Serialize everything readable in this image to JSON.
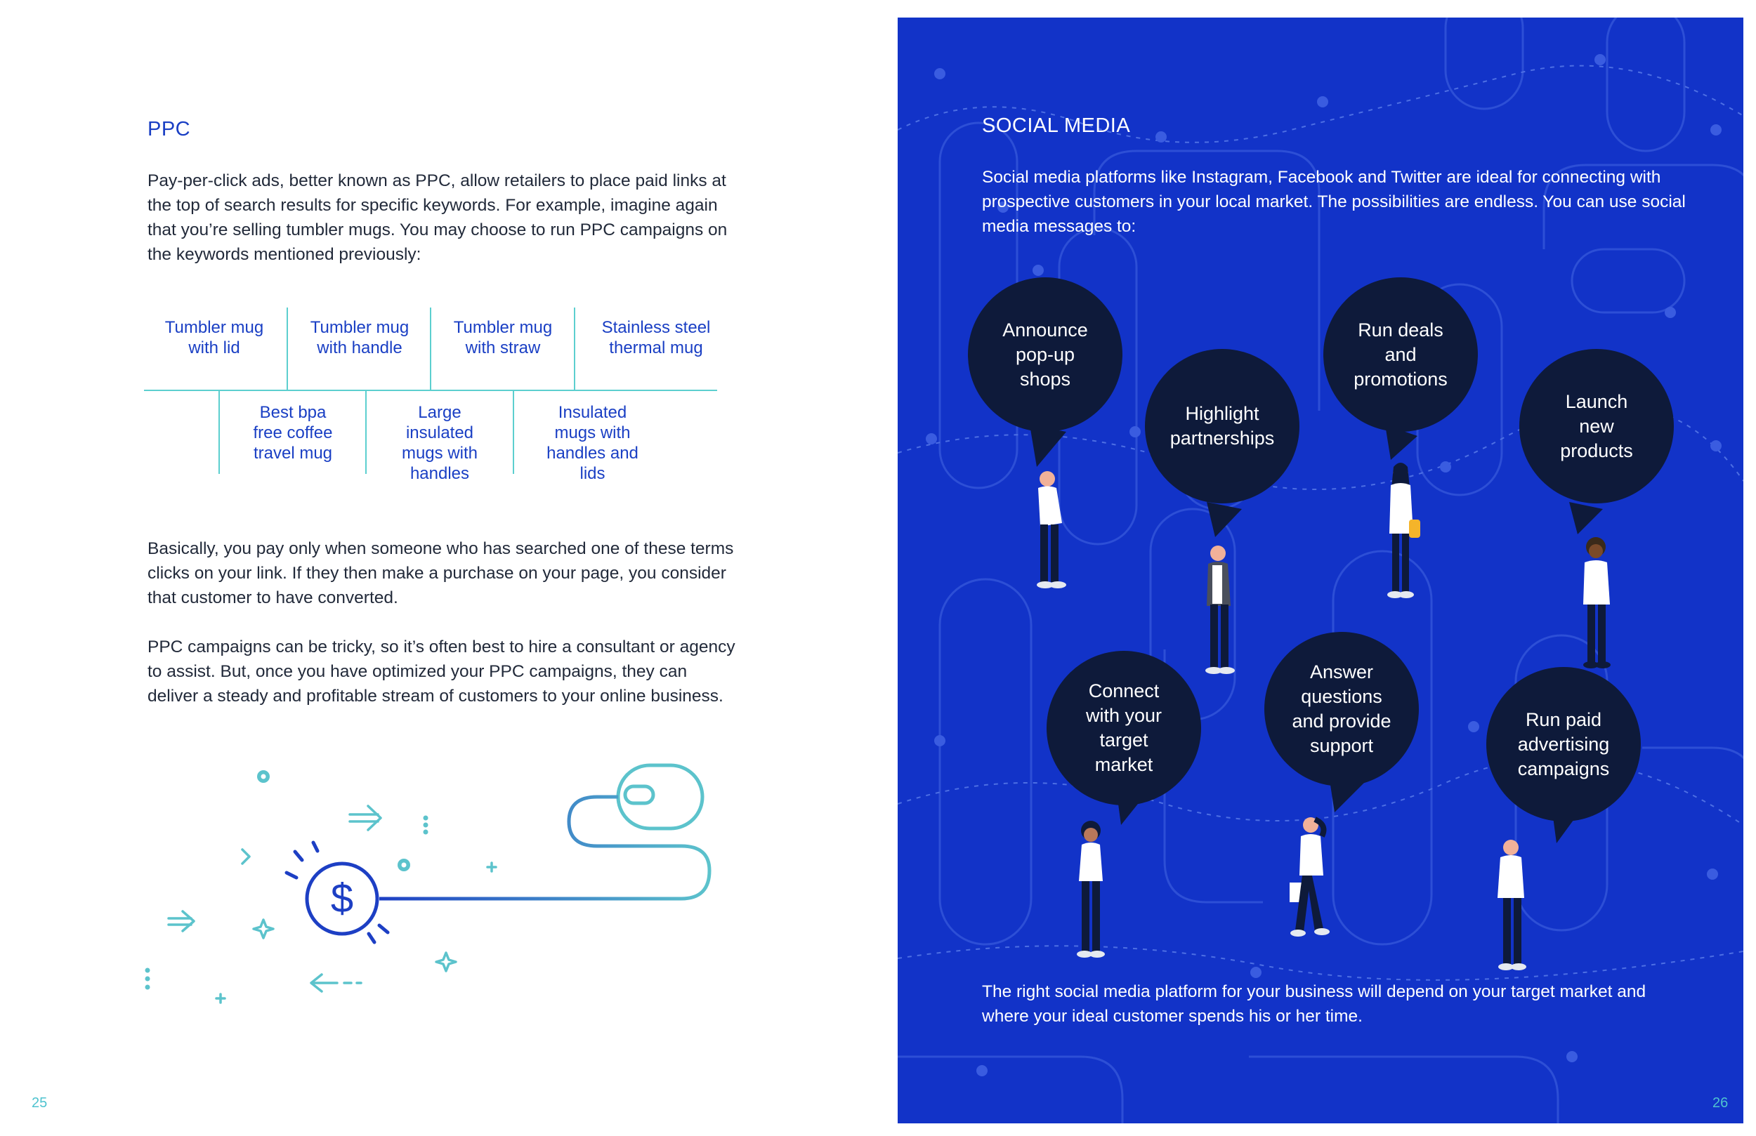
{
  "left": {
    "title": "PPC",
    "para1": "Pay-per-click ads, better known as PPC, allow retailers to place paid links at the top of search results for specific keywords. For example, imagine again that you’re selling tumbler mugs. You may choose to run PPC campaigns on the keywords mentioned previously:",
    "keywords_top": [
      "Tumbler mug\nwith lid",
      "Tumbler mug\nwith handle",
      "Tumbler mug\nwith straw",
      "Stainless steel\nthermal mug"
    ],
    "keywords_bottom": [
      "Best bpa\nfree coffee\ntravel mug",
      "Large\ninsulated\nmugs with\nhandles",
      "Insulated\nmugs with\nhandles and\nlids"
    ],
    "para2": "Basically, you pay only when someone who has searched one of these terms clicks on your link. If they then make a purchase on your page, you consider that customer to have converted.",
    "para3": "PPC campaigns can be tricky, so it’s often best to hire a consultant or agency to assist. But, once you have optimized your PPC campaigns, they can deliver a steady and profitable stream of customers to your online business.",
    "page_number": "25",
    "illustration": {
      "dollar_symbol": "$"
    }
  },
  "right": {
    "title": "SOCIAL MEDIA",
    "para1": "Social media platforms like Instagram, Facebook and Twitter are ideal for connecting with prospective customers in your local market. The possibilities are endless. You can use social media messages to:",
    "bubbles": [
      "Announce\npop-up\nshops",
      "Highlight\npartnerships",
      "Run deals\nand\npromotions",
      "Launch\nnew\nproducts",
      "Connect\nwith your\ntarget\nmarket",
      "Answer\nquestions\nand provide\nsupport",
      "Run paid\nadvertising\ncampaigns"
    ],
    "para2": "The right social media platform for your business will depend on your target market and where your ideal customer spends his or her time.",
    "page_number": "26"
  },
  "colors": {
    "accent_blue": "#1a3fc4",
    "teal": "#4fc3cf",
    "panel_blue": "#1233c8",
    "bubble_navy": "#0e1a3a",
    "body_text": "#222a3a"
  }
}
